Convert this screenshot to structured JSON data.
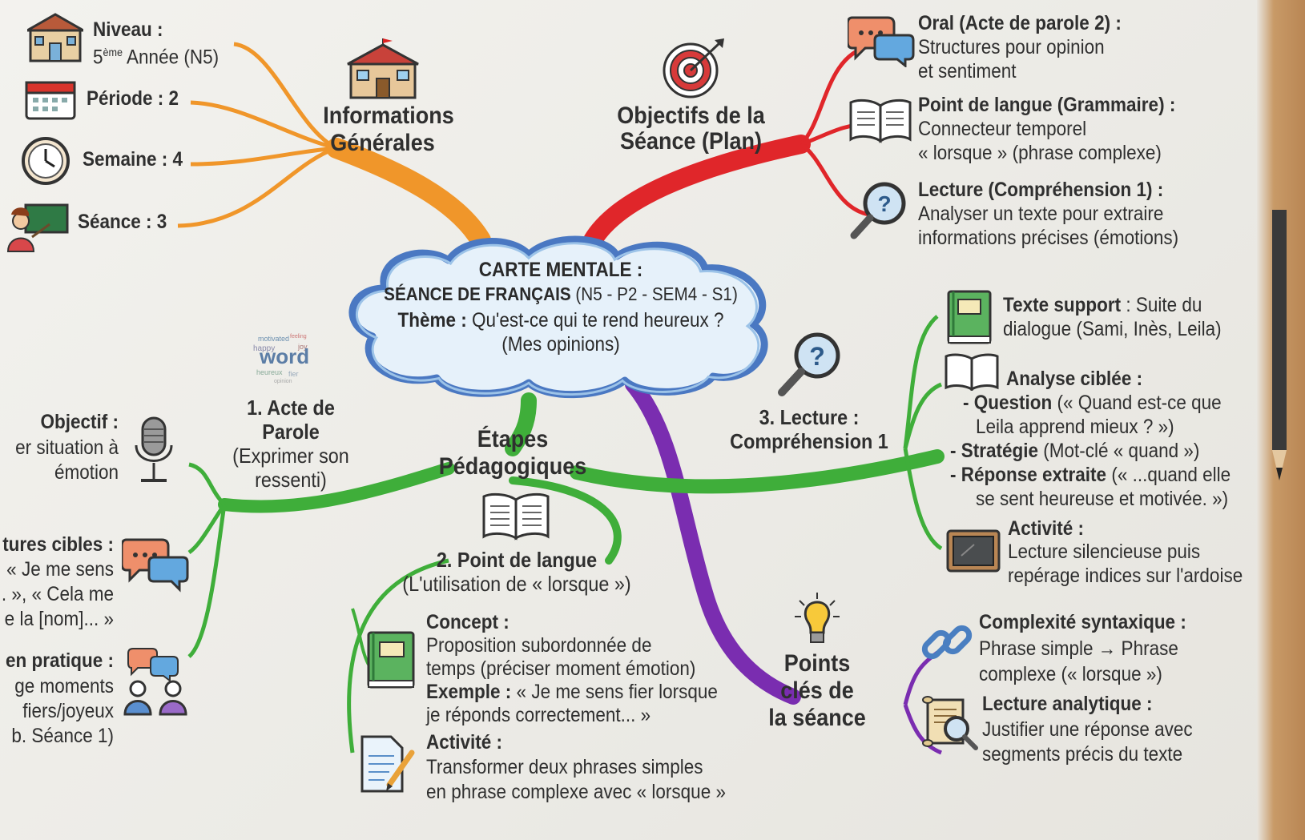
{
  "center": {
    "title": "CARTE MENTALE :",
    "subtitle_bold": "SÉANCE DE FRANÇAIS",
    "subtitle_rest": " (N5 - P2 - SEM4 - S1)",
    "theme_label": "Thème :",
    "theme_text": " Qu'est-ce qui te rend heureux ?",
    "theme_line2": "(Mes opinions)"
  },
  "info": {
    "title_l1": "Informations",
    "title_l2": "Générales",
    "niveau_label": "Niveau :",
    "niveau_sup_prefix": "5",
    "niveau_sup": "ème",
    "niveau_value": " Année (N5)",
    "periode": "Période : 2",
    "semaine": "Semaine : 4",
    "seance": "Séance : 3"
  },
  "objectifs": {
    "title_l1": "Objectifs de la",
    "title_l2": "Séance (Plan)",
    "oral_title": "Oral (Acte de parole 2) :",
    "oral_l1": "Structures pour opinion",
    "oral_l2": "et sentiment",
    "langue_title": "Point de langue (Grammaire) :",
    "langue_l1": "Connecteur temporel",
    "langue_l2": "« lorsque » (phrase complexe)",
    "lecture_title": "Lecture (Compréhension 1) :",
    "lecture_l1": "Analyser un texte pour extraire",
    "lecture_l2": "informations précises (émotions)"
  },
  "etapes": {
    "title_l1": "Étapes",
    "title_l2": "Pédagogiques",
    "acte_l1": "1. Acte de",
    "acte_l2": "Parole",
    "acte_l3": "(Exprimer son",
    "acte_l4": "ressenti)",
    "wordcloud_word": "word",
    "objectif_title": "Objectif :",
    "objectif_l1": "er situation à",
    "objectif_l2": "émotion",
    "structures_title": "tures cibles :",
    "structures_l1": "« Je me sens",
    "structures_l2": "... », « Cela me",
    "structures_l3": "e la [nom]... »",
    "pratique_title": "en pratique :",
    "pratique_l1": "ge moments",
    "pratique_l2": "fiers/joyeux",
    "pratique_l3": "b. Séance 1)",
    "langue_title": "2. Point de langue",
    "langue_sub": "(L'utilisation de « lorsque »)",
    "concept_title": "Concept :",
    "concept_l1": "Proposition subordonnée de",
    "concept_l2": "temps (préciser moment émotion)",
    "exemple_title": "Exemple :",
    "exemple_l1": " « Je me sens fier lorsque",
    "exemple_l2": "je réponds correctement... »",
    "activite_title": "Activité :",
    "activite_l1": "Transformer deux phrases simples",
    "activite_l2": "en phrase complexe avec « lorsque »",
    "lecture_l1": "3. Lecture :",
    "lecture_l2": "Compréhension 1",
    "texte_title": "Texte support",
    "texte_l1": " : Suite du",
    "texte_l2": "dialogue (Sami, Inès, Leila)",
    "analyse_title": "Analyse ciblée :",
    "question_title": "- Question",
    "question_l1": " (« Quand est-ce que",
    "question_l2": "Leila apprend mieux ? »)",
    "strategie_title": "- Stratégie",
    "strategie_text": " (Mot-clé « quand »)",
    "reponse_title": "- Réponse extraite",
    "reponse_l1": " (« ...quand elle",
    "reponse_l2": "se sent heureuse et motivée. »)",
    "activite3_title": "Activité :",
    "activite3_l1": "Lecture silencieuse puis",
    "activite3_l2": "repérage indices sur l'ardoise"
  },
  "points": {
    "title_l1": "Points",
    "title_l2": "clés de",
    "title_l3": "la séance",
    "complexite_title": "Complexité syntaxique :",
    "complexite_l1": "Phrase simple → Phrase",
    "complexite_l2": "complexe (« lorsque »)",
    "analytique_title": "Lecture analytique :",
    "analytique_l1": "Justifier une réponse avec",
    "analytique_l2": "segments précis du texte"
  },
  "colors": {
    "orange": "#f0962a",
    "red": "#e0262a",
    "green": "#3fae3a",
    "purple": "#7a2db0",
    "cloud_fill": "#e6f1fa",
    "cloud_edge": "#4a78c2"
  },
  "icons": [
    "school-icon",
    "calendar-icon",
    "clock-icon",
    "teacher-icon",
    "target-icon",
    "speech-bubbles-icon",
    "open-book-icon",
    "magnifier-question-icon",
    "word-cloud-icon",
    "microphone-icon",
    "people-talking-icon",
    "green-book-icon",
    "document-pencil-icon",
    "slate-icon",
    "lightbulb-icon",
    "chain-link-icon",
    "scroll-magnifier-icon",
    "pencil-icon"
  ]
}
